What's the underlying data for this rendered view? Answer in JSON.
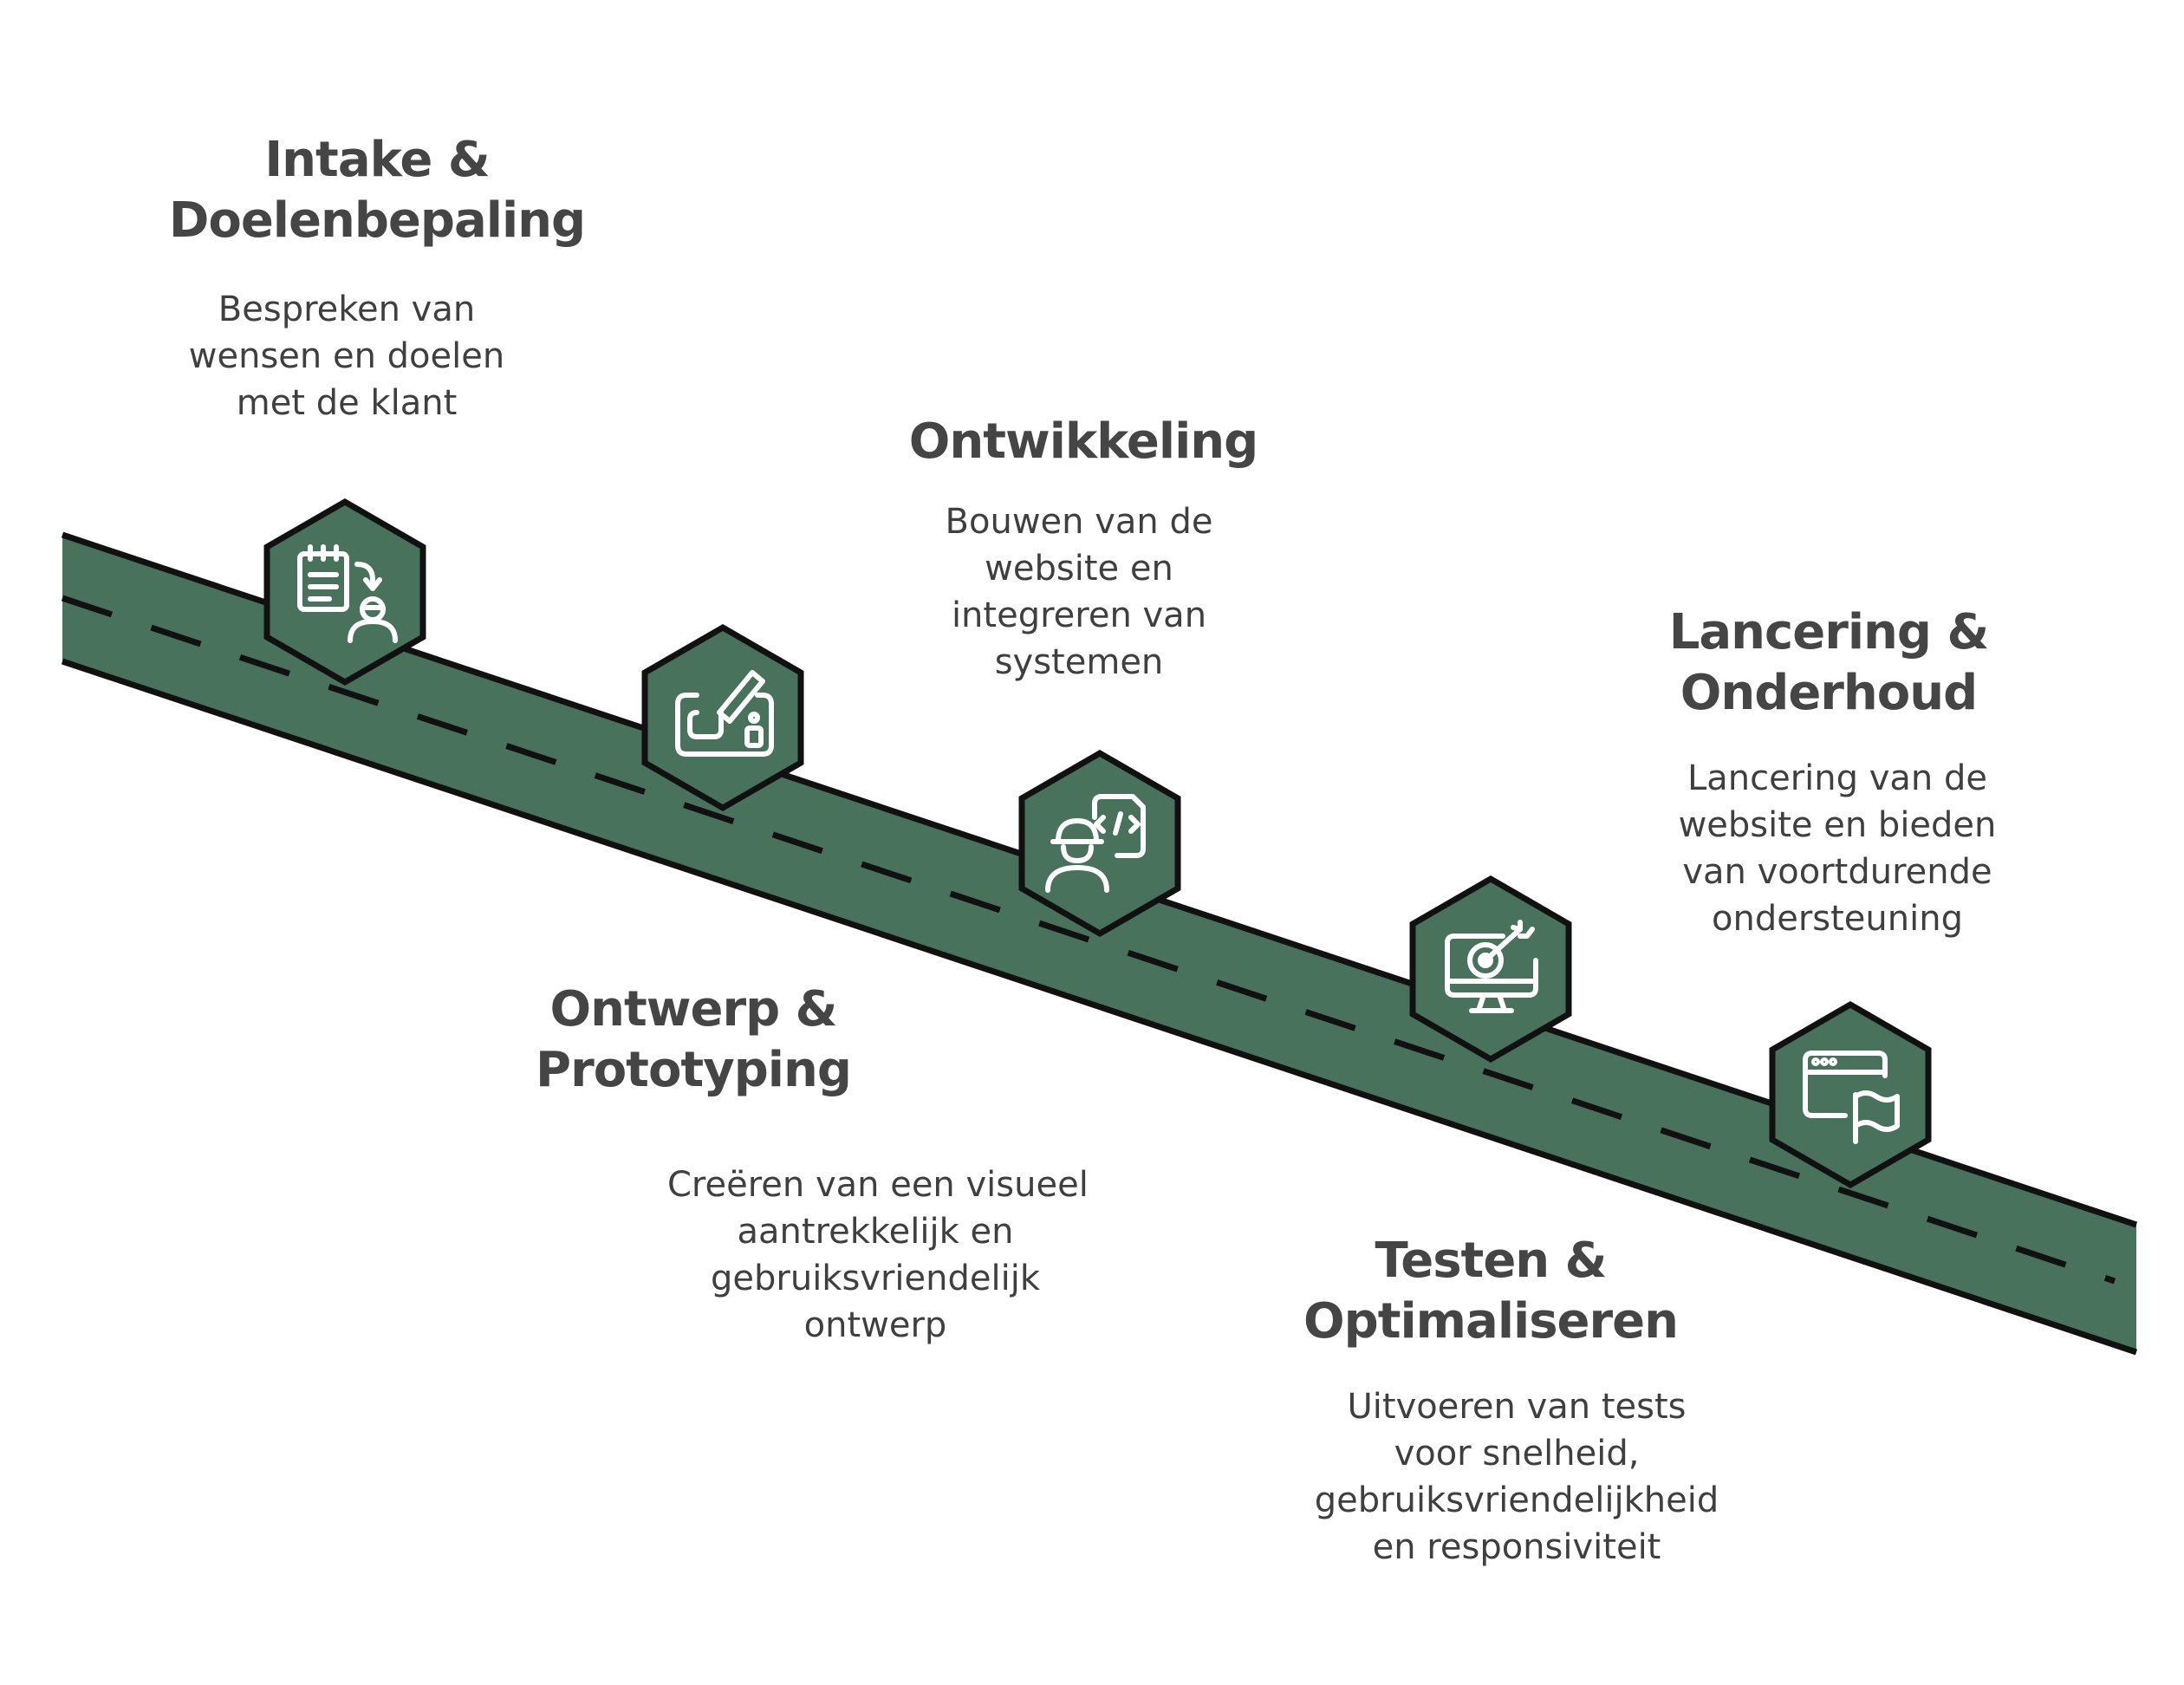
{
  "colors": {
    "road": "#49725d",
    "outline": "#111111",
    "icon": "#ffffff",
    "title": "#454545",
    "text": "#3f3f3f"
  },
  "steps": [
    {
      "title_lines": [
        "Intake &",
        "Doelenbepaling"
      ],
      "desc_lines": [
        "Bespreken van",
        "wensen en doelen",
        "met de klant"
      ],
      "icon": "clipboard-person-icon"
    },
    {
      "title_lines": [
        "Ontwerp &",
        "Prototyping"
      ],
      "desc_lines": [
        "Creëren van een visueel",
        "aantrekkelijk en",
        "gebruiksvriendelijk",
        "ontwerp"
      ],
      "icon": "design-pen-icon"
    },
    {
      "title_lines": [
        "Ontwikkeling"
      ],
      "desc_lines": [
        "Bouwen van de",
        "website en",
        "integreren van",
        "systemen"
      ],
      "icon": "developer-code-icon"
    },
    {
      "title_lines": [
        "Testen &",
        "Optimaliseren"
      ],
      "desc_lines": [
        "Uitvoeren van tests",
        "voor snelheid,",
        "gebruiksvriendelijkheid",
        "en responsiviteit"
      ],
      "icon": "monitor-target-icon"
    },
    {
      "title_lines": [
        "Lancering &",
        "Onderhoud"
      ],
      "desc_lines": [
        "Lancering van de",
        "website en bieden",
        "van voortdurende",
        "ondersteuning"
      ],
      "icon": "browser-flag-icon"
    }
  ]
}
